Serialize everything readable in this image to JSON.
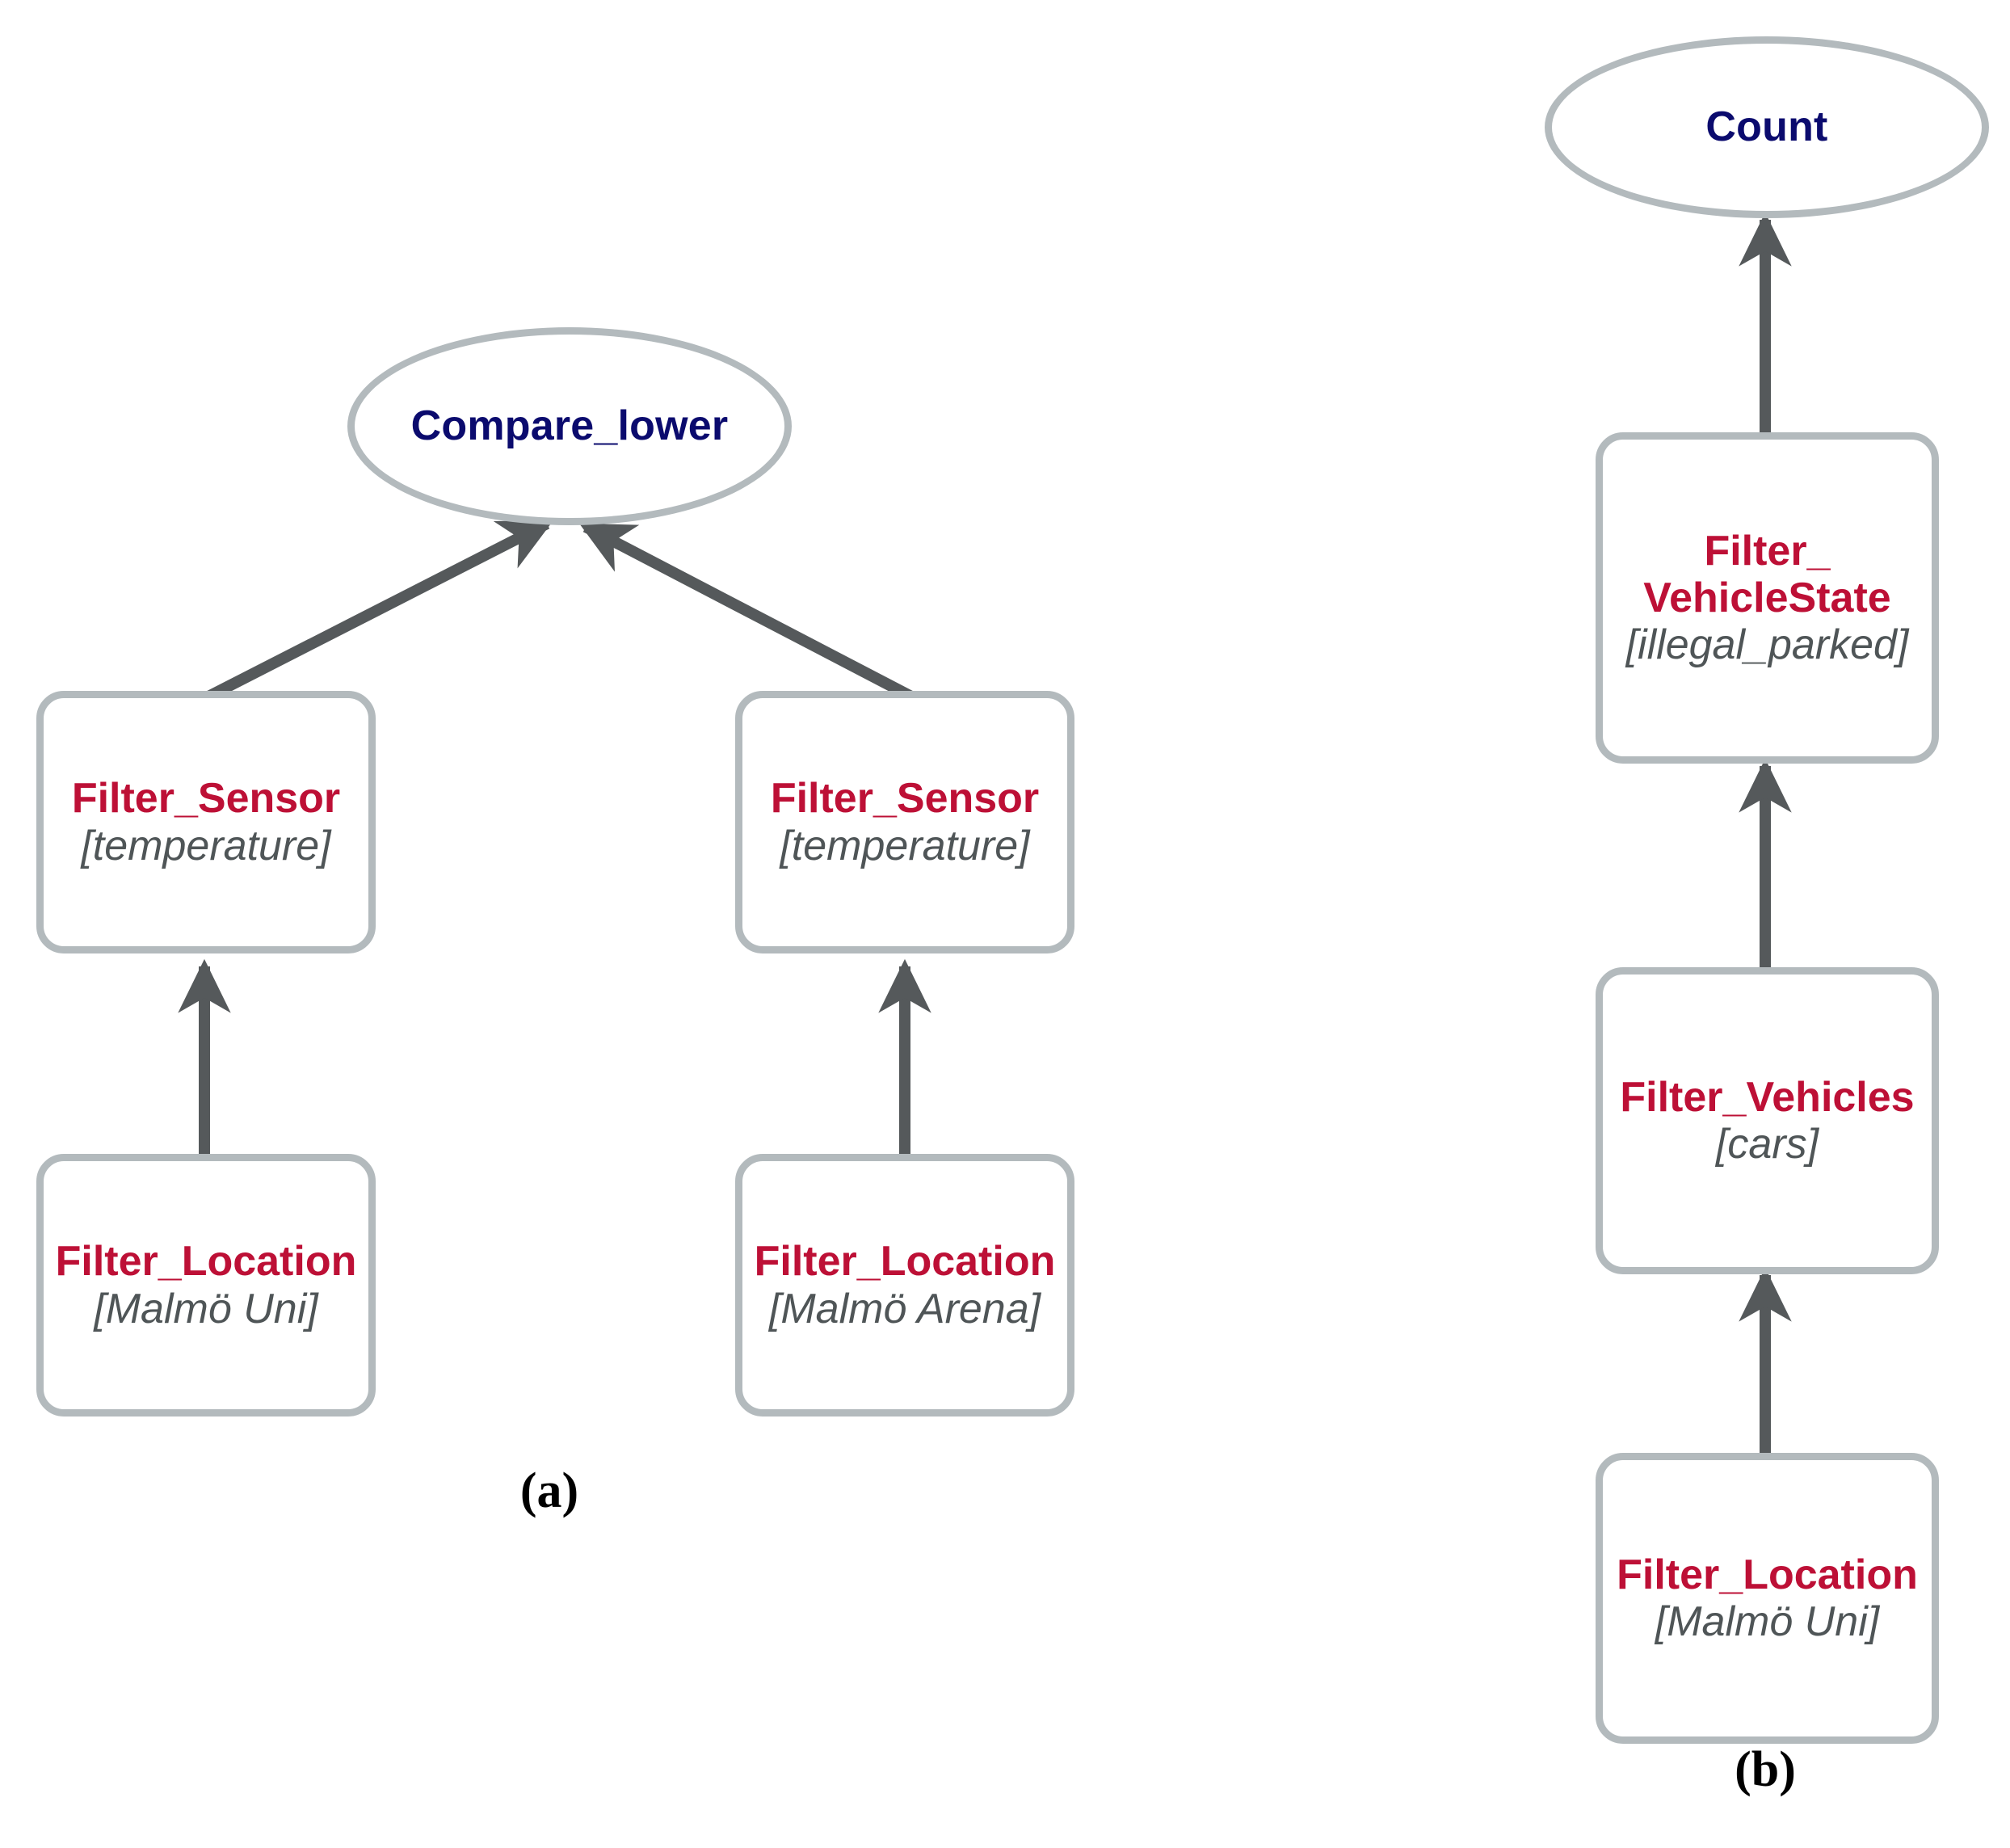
{
  "figure": {
    "panels": [
      {
        "id": "a",
        "label": "(a)",
        "root": {
          "type": "operator",
          "name": "Compare_lower"
        },
        "nodes": [
          {
            "name": "Filter_Sensor",
            "arg": "[temperature]"
          },
          {
            "name": "Filter_Sensor",
            "arg": "[temperature]"
          },
          {
            "name": "Filter_Location",
            "arg": "[Malmö Uni]"
          },
          {
            "name": "Filter_Location",
            "arg": "[Malmö Arena]"
          }
        ]
      },
      {
        "id": "b",
        "label": "(b)",
        "root": {
          "type": "operator",
          "name": "Count"
        },
        "nodes": [
          {
            "name": "Filter_\nVehicleState",
            "arg": "[illegal_parked]"
          },
          {
            "name": "Filter_Vehicles",
            "arg": "[cars]"
          },
          {
            "name": "Filter_Location",
            "arg": "[Malmö Uni]"
          }
        ]
      }
    ]
  },
  "colors": {
    "operator_text": "#0b0b6e",
    "function_text": "#bd1036",
    "argument_text": "#4f5557",
    "node_border": "#b3babd",
    "edge": "#55595b",
    "background": "#ffffff"
  }
}
